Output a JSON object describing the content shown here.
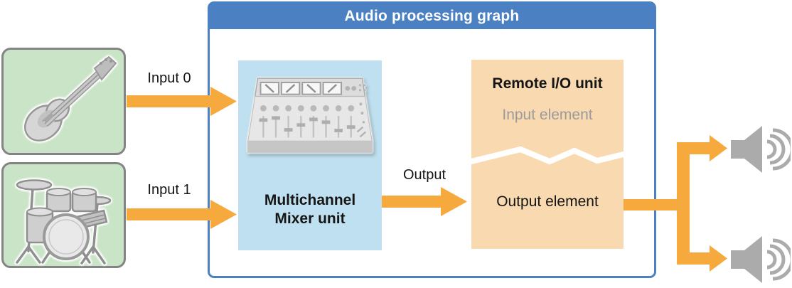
{
  "graph": {
    "title": "Audio processing graph"
  },
  "sources": [
    {
      "name": "electric-guitar",
      "input_label": "Input 0"
    },
    {
      "name": "drum-kit",
      "input_label": "Input 1"
    }
  ],
  "mixer": {
    "line1": "Multichannel",
    "line2": "Mixer unit"
  },
  "flow": {
    "output_label": "Output"
  },
  "remote_io": {
    "title": "Remote I/O unit",
    "input_element_label": "Input element",
    "output_element_label": "Output element"
  },
  "outputs": {
    "speaker_count": 2
  },
  "icons": [
    "guitar-icon",
    "drums-icon",
    "mixer-console-icon",
    "speaker-icon"
  ],
  "colors": {
    "graph_blue": "#4b80c2",
    "mixer_bg": "#bfe0f0",
    "remote_bg": "#f9d9b0",
    "arrow_orange": "#f6a93c",
    "source_green": "#c9e4c6",
    "source_border": "#848484",
    "speaker_gray": "#ababab",
    "muted_text": "#9b9b9b"
  }
}
